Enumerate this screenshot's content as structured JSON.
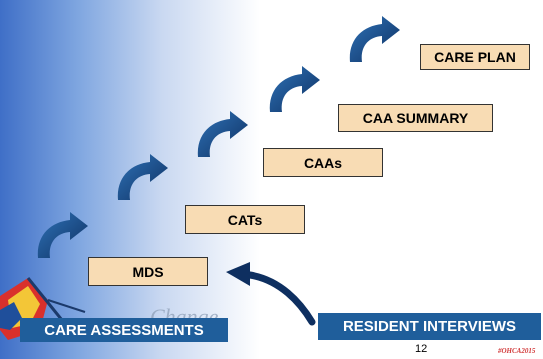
{
  "steps": {
    "care_plan": "CARE PLAN",
    "caa_summary": "CAA SUMMARY",
    "caas": "CAAs",
    "cats": "CATs",
    "mds": "MDS"
  },
  "labels": {
    "care_assessments": "CARE ASSESSMENTS",
    "resident_interviews": "RESIDENT INTERVIEWS"
  },
  "footer": {
    "page_number": "12",
    "hashtag": "#OHCA2015",
    "watermark_text": "Change"
  },
  "colors": {
    "step_fill": "#f8dcb4",
    "label_blue": "#1f5e9b",
    "arrow_dark": "#0e2f60",
    "arrow_mid": "#1d5ea0"
  }
}
